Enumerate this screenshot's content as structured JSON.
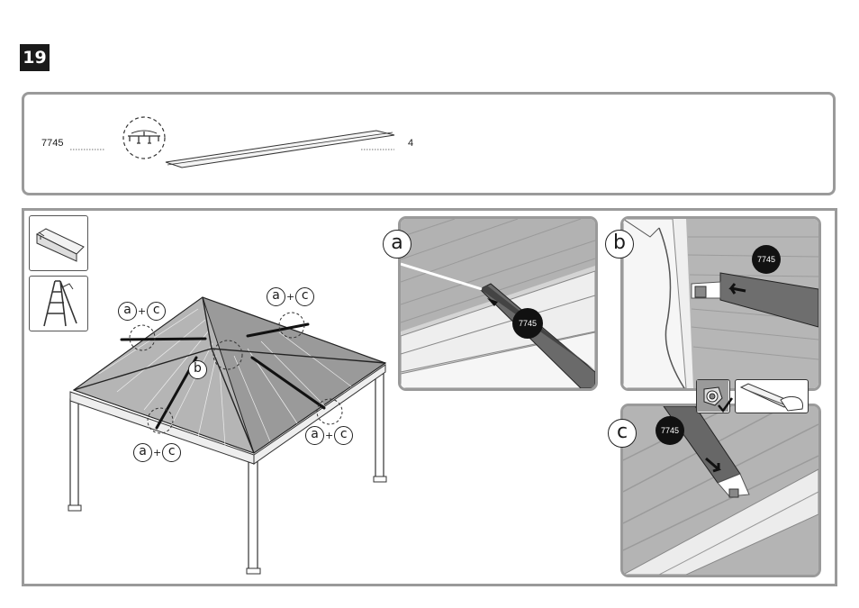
{
  "step": {
    "number": "19"
  },
  "parts": {
    "code": "7745",
    "quantity": "4"
  },
  "callouts": {
    "a": "a",
    "b": "b",
    "c": "c",
    "plus": "+"
  },
  "details": {
    "a": {
      "letter": "a",
      "tag": "7745"
    },
    "b": {
      "letter": "b",
      "tag": "7745"
    },
    "c": {
      "letter": "c",
      "tag": "7745"
    }
  },
  "icons": [
    "profile-rail-icon",
    "ladder-icon",
    "lock-nut-icon",
    "hand-slide-icon",
    "check-icon",
    "arrow-icon"
  ],
  "colors": {
    "badge": "#1a1a1a",
    "frame": "#9a9a9a",
    "tag": "#111111",
    "panel": "#c8c8c8"
  }
}
